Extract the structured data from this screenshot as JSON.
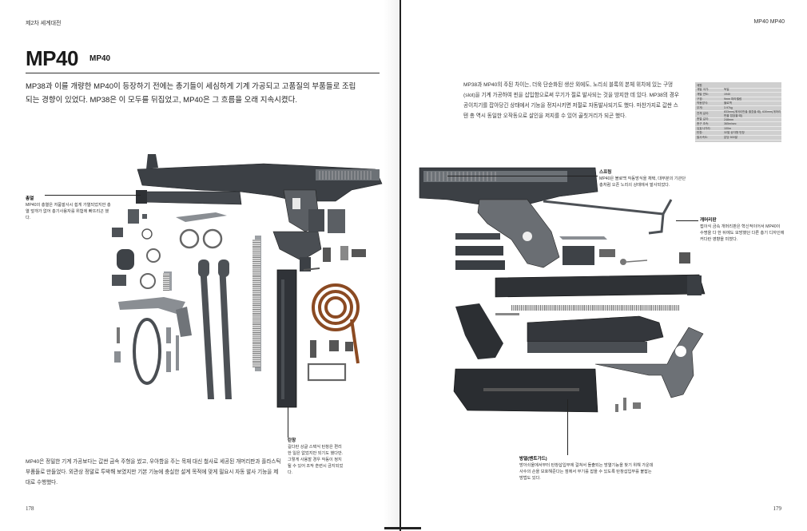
{
  "left_page": {
    "running_head": "제2차 세계대전",
    "title": "MP40",
    "subtitle": "MP40",
    "intro": "MP38과 이를 개량한 MP40이 등장하기 전에는 총기들이 세심하게 기계 가공되고 고품질의 부품들로 조립되는 경향이 있었다. MP38은 이 모두를 뒤집었고, MP40은 그 흐름을 오래 지속시켰다.",
    "body": "MP40은 정밀한 기계 가공보다는 값싼 금속 주형을 썼고, 우아함을 주는 목재 대신 철사로 세공된 개머리판과 플라스틱 부품들로 만들었다. 외관상 정말로 투박해 보였지만 기본 기능에 충실한 설계 목적에 맞게 필요시 자동 발사 기능을 제대로 수행했다.",
    "folio": "178",
    "callout_barrel": {
      "title": "총열",
      "text": "MP40의 총열은 저품발사시 쉽게 가열되었지만 총열 덮개가 없어 총기사용자를 위험에 빠뜨리곤 했다."
    },
    "callout_magazine": {
      "title": "탄창",
      "text": "길다란 상글 스택식 탄창은 편리한 일은 없었지만 되기도 했다만. 그렇게 사용할 경우 작동이 정지될 수 있어 조작 훈련시 금지되었다."
    }
  },
  "right_page": {
    "running_head": "MP40   MP40",
    "body": "MP38과 MP40의 주된 차이는, 더욱 단순화된 생산 외에도, 노리쇠 블록의 본체 위치에 있는 구멍(slot)을 기계 가공하여 핀을 삽입함으로써 무기가 절로 발사되는 것을 방지한 데 있다. MP38의 경우 공이치기를 잡아당긴 상태에서 기능을 정지시키면 저절로 자동발사되기도 했다. 마찬가지로 값싼 스텐 총 역시 동일한 오작동으로 살인을 저지를 수 있어 골칫거리가 되곤 했다.",
    "folio": "179",
    "callout_stock": {
      "title": "스프링",
      "text": "MP40은 블로백 작동방식을 채택, 대부분의 기관단총처럼 오픈 노리쇠 상태에서 발사되었다."
    },
    "callout_folding": {
      "title": "개머리판",
      "text": "접이식 금속 개머리판은 혁신적이어서 MP40이 수명을 다 한 뒤에도 모방했던 다른 총기 디자인에 커다란 영향을 미쳤다."
    },
    "callout_grip": {
      "title": "방열(벤트가드)",
      "text": "방아쇠울에서부터 탄창삽입부에 걸쳐서 돌출되는 방열기능을 찾기 위해 가운데 사수의 손을 보호해준다는 점에서 무기를 잡을 수 있도록 탄창삽입부를 붙잡는 방법도 있다."
    },
    "spec_title": "제원",
    "spec_rows": [
      [
        "개발 국가:",
        "독일"
      ],
      [
        "개발 연도:",
        "1940"
      ],
      [
        "구경:",
        "9mm 파라벨럼"
      ],
      [
        "작동방식:",
        "블로백"
      ],
      [
        "무게:",
        "3.97kg"
      ],
      [
        "전체 길이:",
        "833mm(개머리판을 펼쳤을 때), 630mm(개머리판을 접었을 때)"
      ],
      [
        "총열 길이:",
        "248mm"
      ],
      [
        "총구 초속:",
        "365m/sec"
      ],
      [
        "유효사거리:",
        "100m"
      ],
      [
        "탄창:",
        "32발 상자형 탄창"
      ],
      [
        "발사속도:",
        "분당 500발"
      ]
    ]
  }
}
